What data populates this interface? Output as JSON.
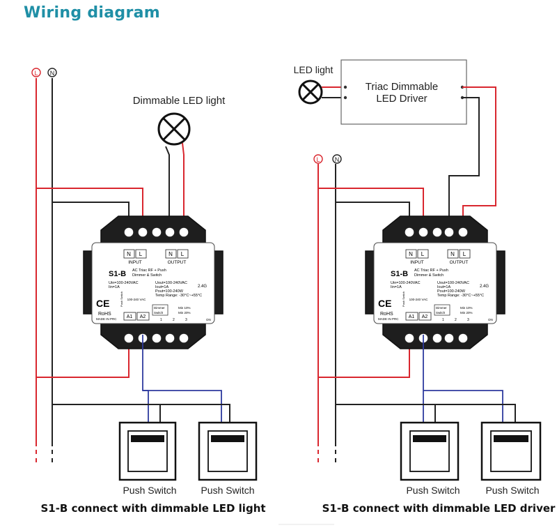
{
  "title": "Wiring diagram",
  "colors": {
    "title": "#1f8fa6",
    "live": "#d9262e",
    "neutral": "#222222",
    "switch_wire": "#2e3a9e",
    "device_body": "#1e1e1e"
  },
  "line_labels": {
    "live": "L",
    "neutral": "N"
  },
  "device": {
    "model": "S1-B",
    "type_line1": "AC Triac RF + Push",
    "type_line2": "Dimmer & Switch",
    "input_terms": [
      "N",
      "L"
    ],
    "input_label": "INPUT",
    "output_terms": [
      "N",
      "L"
    ],
    "output_label": "OUTPUT",
    "uin": "Uin=100-240VAC",
    "iin": "Iin=1A",
    "uout": "Uout=100-240VAC",
    "iout": "Iout=1A",
    "pout": "Pout=100-240W",
    "temp": "Temp Range: -30°C~+55°C",
    "rf": "2.4G",
    "ce": "CE",
    "rohs": "RoHS",
    "made_in": "MADE IN PRC",
    "push_switch_label": "Push Switch",
    "vac_label": "100-240 VAC",
    "a1": "A1",
    "a2": "A2",
    "dimmer_label": "Dimmer",
    "switch_label": "Switch",
    "min10": "Min 10%",
    "min20": "Min 20%",
    "pins": [
      "1",
      "2",
      "3"
    ],
    "on_label": "ON"
  },
  "left": {
    "load_label": "Dimmable LED light",
    "switch1_label": "Push Switch",
    "switch2_label": "Push Switch",
    "caption": "S1-B connect with dimmable LED light"
  },
  "right": {
    "lamp_label": "LED light",
    "driver_line1": "Triac Dimmable",
    "driver_line2": "LED Driver",
    "switch1_label": "Push Switch",
    "switch2_label": "Push Switch",
    "caption": "S1-B connect with dimmable LED driver"
  }
}
